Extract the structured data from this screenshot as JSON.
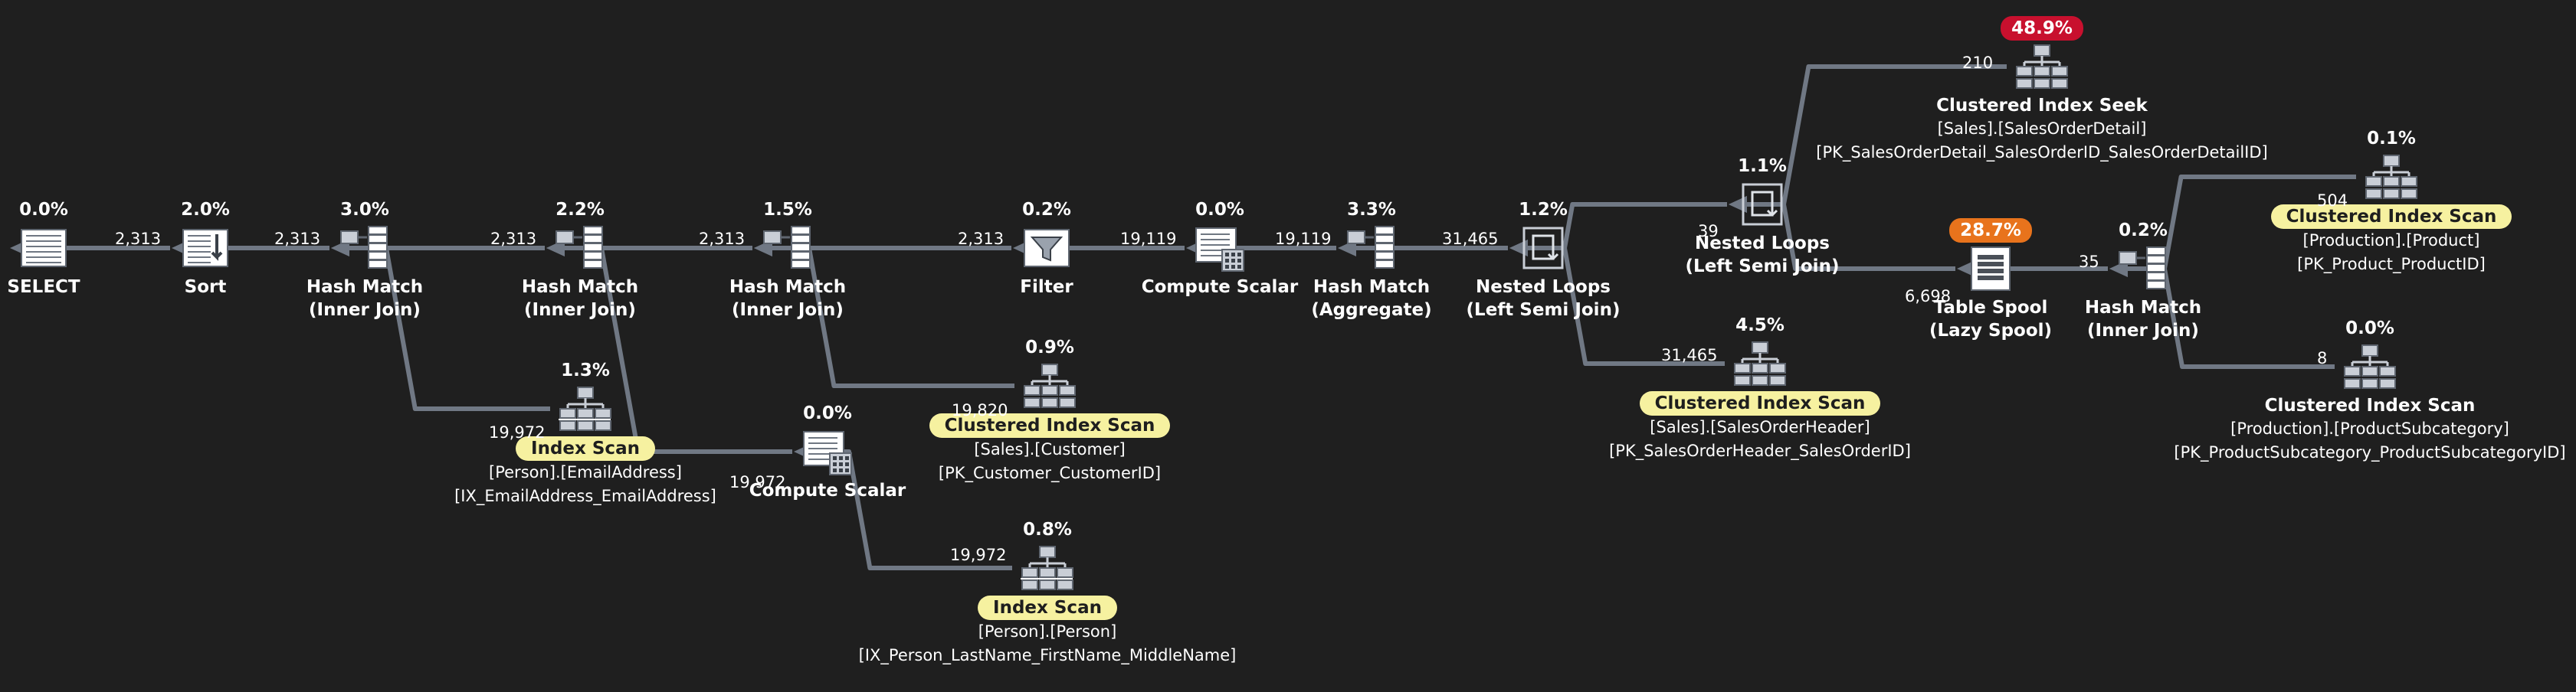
{
  "nodes": [
    {
      "id": "select",
      "cost": "0.0%",
      "name": "SELECT",
      "sub": "",
      "detail1": "",
      "detail2": "",
      "icon": "select-icon"
    },
    {
      "id": "sort",
      "cost": "2.0%",
      "name": "Sort",
      "sub": "",
      "detail1": "",
      "detail2": "",
      "icon": "sort-icon"
    },
    {
      "id": "hash1",
      "cost": "3.0%",
      "name": "Hash Match",
      "sub": "(Inner Join)",
      "detail1": "",
      "detail2": "",
      "icon": "hash-match-icon"
    },
    {
      "id": "hash2",
      "cost": "2.2%",
      "name": "Hash Match",
      "sub": "(Inner Join)",
      "detail1": "",
      "detail2": "",
      "icon": "hash-match-icon"
    },
    {
      "id": "hash3",
      "cost": "1.5%",
      "name": "Hash Match",
      "sub": "(Inner Join)",
      "detail1": "",
      "detail2": "",
      "icon": "hash-match-icon"
    },
    {
      "id": "filter",
      "cost": "0.2%",
      "name": "Filter",
      "sub": "",
      "detail1": "",
      "detail2": "",
      "icon": "filter-icon"
    },
    {
      "id": "compute1",
      "cost": "0.0%",
      "name": "Compute Scalar",
      "sub": "",
      "detail1": "",
      "detail2": "",
      "icon": "compute-scalar-icon"
    },
    {
      "id": "hashagg",
      "cost": "3.3%",
      "name": "Hash Match",
      "sub": "(Aggregate)",
      "detail1": "",
      "detail2": "",
      "icon": "hash-match-icon"
    },
    {
      "id": "nl1",
      "cost": "1.2%",
      "name": "Nested Loops",
      "sub": "(Left Semi Join)",
      "detail1": "",
      "detail2": "",
      "icon": "nested-loops-icon"
    },
    {
      "id": "nl2",
      "cost": "1.1%",
      "name": "Nested Loops",
      "sub": "(Left Semi Join)",
      "detail1": "",
      "detail2": "",
      "icon": "nested-loops-icon"
    },
    {
      "id": "seek",
      "cost": "48.9%",
      "name": "Clustered Index Seek",
      "sub": "",
      "detail1": "[Sales].[SalesOrderDetail]",
      "detail2": "[PK_SalesOrderDetail_SalesOrderID_SalesOrderDetailID]",
      "icon": "clustered-index-icon"
    },
    {
      "id": "spool",
      "cost": "28.7%",
      "name": "Table Spool",
      "sub": "(Lazy Spool)",
      "detail1": "",
      "detail2": "",
      "icon": "table-spool-icon"
    },
    {
      "id": "hash4",
      "cost": "0.2%",
      "name": "Hash Match",
      "sub": "(Inner Join)",
      "detail1": "",
      "detail2": "",
      "icon": "hash-match-icon"
    },
    {
      "id": "cis_product",
      "cost": "0.1%",
      "name": "Clustered Index Scan",
      "sub": "",
      "detail1": "[Production].[Product]",
      "detail2": "[PK_Product_ProductID]",
      "icon": "clustered-index-icon"
    },
    {
      "id": "cis_subcat",
      "cost": "0.0%",
      "name": "Clustered Index Scan",
      "sub": "",
      "detail1": "[Production].[ProductSubcategory]",
      "detail2": "[PK_ProductSubcategory_ProductSubcategoryID]",
      "icon": "clustered-index-icon"
    },
    {
      "id": "cis_soh",
      "cost": "4.5%",
      "name": "Clustered Index Scan",
      "sub": "",
      "detail1": "[Sales].[SalesOrderHeader]",
      "detail2": "[PK_SalesOrderHeader_SalesOrderID]",
      "icon": "clustered-index-icon"
    },
    {
      "id": "cis_cust",
      "cost": "0.9%",
      "name": "Clustered Index Scan",
      "sub": "",
      "detail1": "[Sales].[Customer]",
      "detail2": "[PK_Customer_CustomerID]",
      "icon": "clustered-index-icon"
    },
    {
      "id": "is_email",
      "cost": "1.3%",
      "name": "Index Scan",
      "sub": "",
      "detail1": "[Person].[EmailAddress]",
      "detail2": "[IX_EmailAddress_EmailAddress]",
      "icon": "index-scan-icon"
    },
    {
      "id": "compute2",
      "cost": "0.0%",
      "name": "Compute Scalar",
      "sub": "",
      "detail1": "",
      "detail2": "",
      "icon": "compute-scalar-icon"
    },
    {
      "id": "is_person",
      "cost": "0.8%",
      "name": "Index Scan",
      "sub": "",
      "detail1": "[Person].[Person]",
      "detail2": "[IX_Person_LastName_FirstName_MiddleName]",
      "icon": "index-scan-icon"
    }
  ],
  "edges": [
    {
      "from": "sort",
      "to": "select",
      "rows": "2,313"
    },
    {
      "from": "hash1",
      "to": "sort",
      "rows": "2,313"
    },
    {
      "from": "hash2",
      "to": "hash1",
      "rows": "2,313"
    },
    {
      "from": "is_email",
      "to": "hash1",
      "rows": "19,972"
    },
    {
      "from": "hash3",
      "to": "hash2",
      "rows": "2,313"
    },
    {
      "from": "compute2",
      "to": "hash2",
      "rows": "19,972"
    },
    {
      "from": "filter",
      "to": "hash3",
      "rows": "2,313"
    },
    {
      "from": "cis_cust",
      "to": "hash3",
      "rows": "19,820"
    },
    {
      "from": "compute1",
      "to": "filter",
      "rows": "19,119"
    },
    {
      "from": "hashagg",
      "to": "compute1",
      "rows": "19,119"
    },
    {
      "from": "nl1",
      "to": "hashagg",
      "rows": "31,465"
    },
    {
      "from": "nl2",
      "to": "nl1",
      "rows": "39"
    },
    {
      "from": "cis_soh",
      "to": "nl1",
      "rows": "31,465"
    },
    {
      "from": "seek",
      "to": "nl2",
      "rows": "210"
    },
    {
      "from": "spool",
      "to": "nl2",
      "rows": "6,698"
    },
    {
      "from": "hash4",
      "to": "spool",
      "rows": "35"
    },
    {
      "from": "cis_product",
      "to": "hash4",
      "rows": "504"
    },
    {
      "from": "cis_subcat",
      "to": "hash4",
      "rows": "8"
    },
    {
      "from": "is_person",
      "to": "compute2",
      "rows": "19,972"
    }
  ]
}
